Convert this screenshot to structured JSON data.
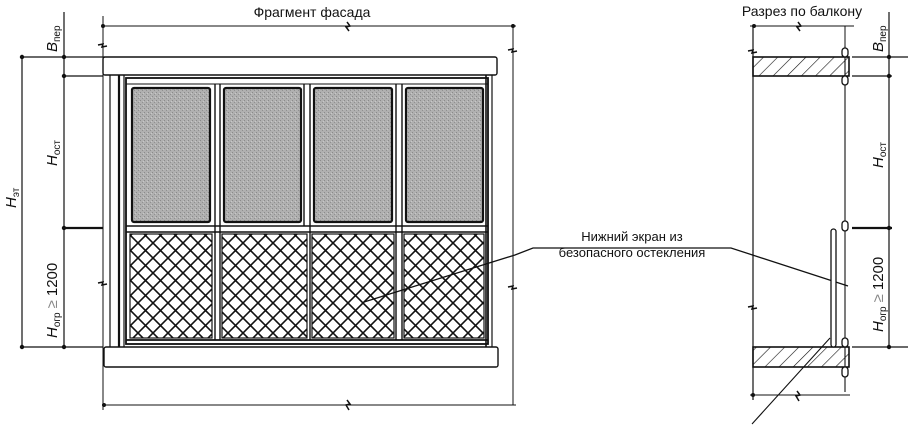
{
  "facade": {
    "title": "Фрагмент фасада",
    "dims": {
      "b_per": {
        "main": "B",
        "sub": "пер"
      },
      "h_ost": {
        "main": "H",
        "sub": "ост"
      },
      "h_et": {
        "main": "H",
        "sub": "эт"
      },
      "h_ogr": {
        "main": "H",
        "sub": "огр",
        "rel": "≥",
        "value": "1200"
      }
    },
    "panels": {
      "count": 4,
      "upper": "glazing",
      "lower": "safety-glass-screen"
    }
  },
  "section": {
    "title": "Разрез по балкону",
    "dims": {
      "b_per": {
        "main": "B",
        "sub": "пер"
      },
      "h_ost": {
        "main": "H",
        "sub": "ост"
      },
      "h_ogr": {
        "main": "H",
        "sub": "огр",
        "rel": "≥",
        "value": "1200"
      }
    }
  },
  "callout": {
    "line1": "Нижний экран из",
    "line2": "безопасного остекления"
  },
  "colors": {
    "line": "#111111",
    "glass": "#a8a8a8",
    "background": "#ffffff"
  }
}
